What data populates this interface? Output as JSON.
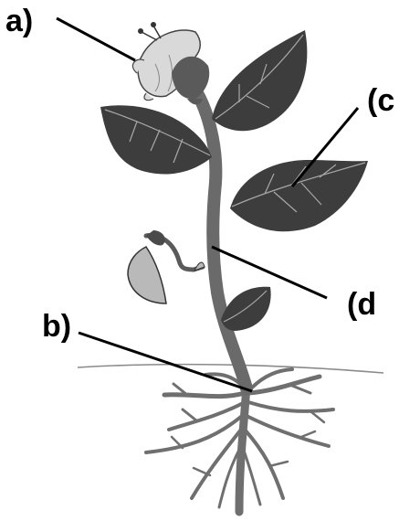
{
  "labels": {
    "a": "a)",
    "b": "b)",
    "c": "(c",
    "d": "(d"
  },
  "colors": {
    "leaf": "#3d3d3d",
    "leaf_vein": "#a8a8a8",
    "stem": "#6a6a6a",
    "root": "#6f6f6f",
    "petal": "#d9d9d9",
    "sepal": "#5a5a5a",
    "young_leaf": "#b9b9b9",
    "ground_line": "#8a8a8a",
    "pointer_line": "#000000"
  }
}
